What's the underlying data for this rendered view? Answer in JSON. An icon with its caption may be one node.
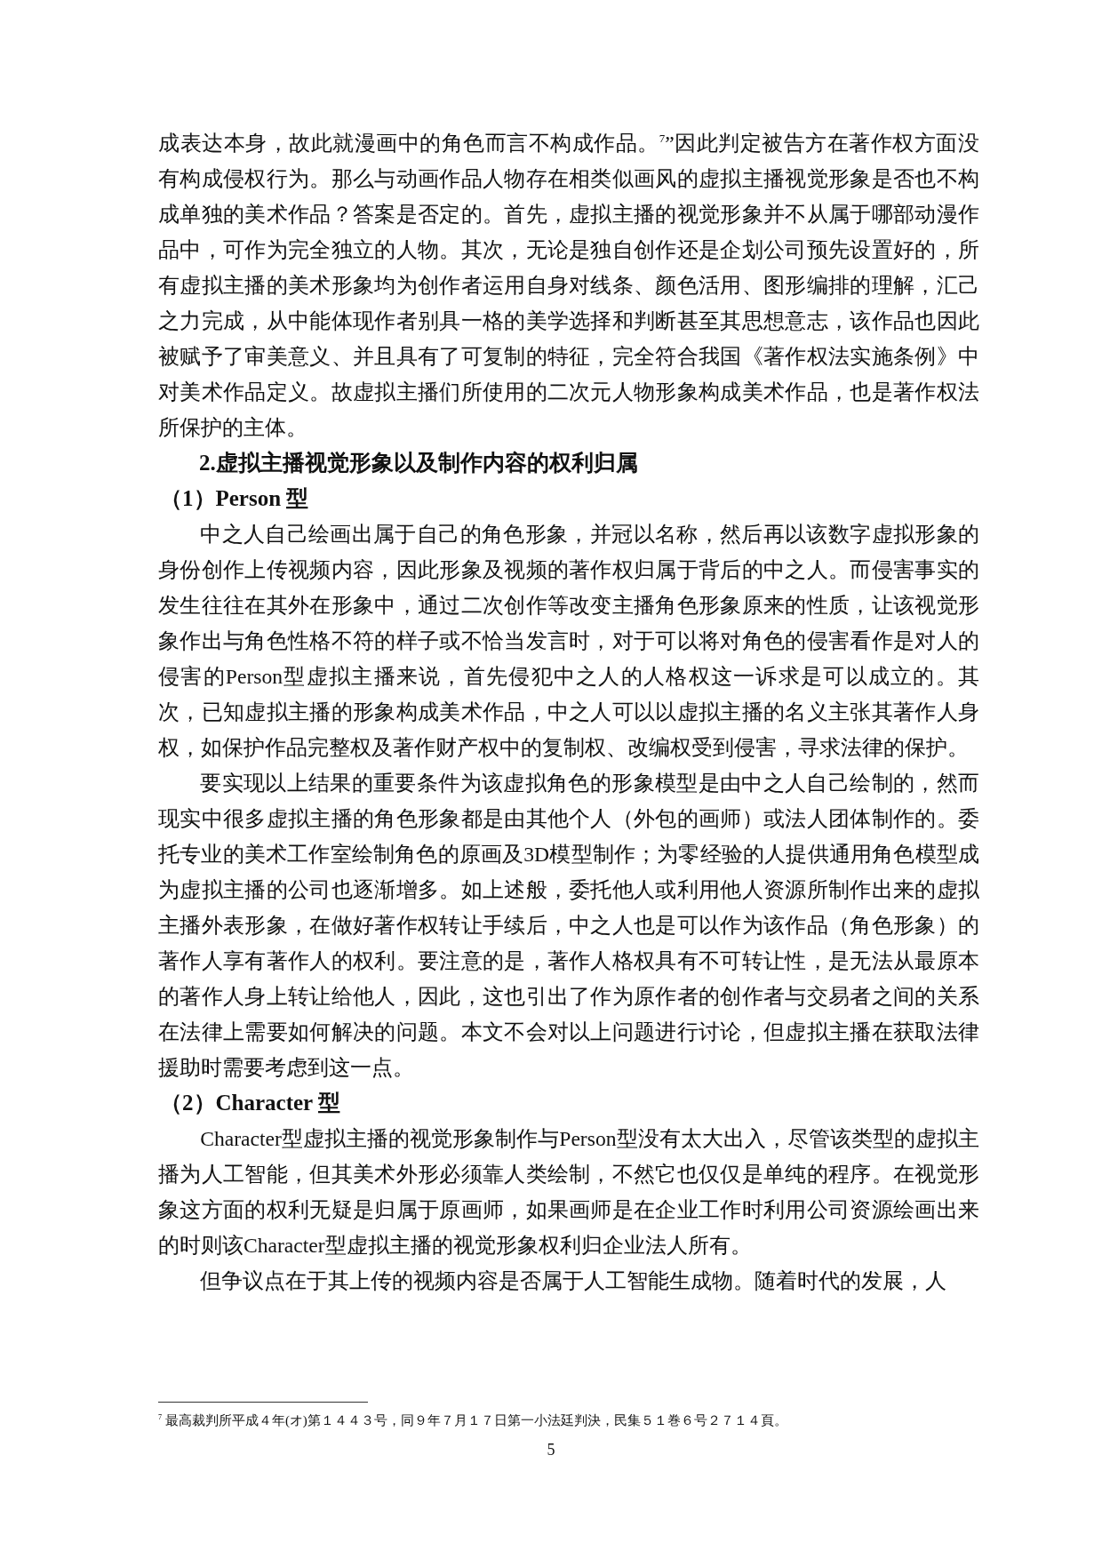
{
  "diagram": {
    "labels": [
      "成表达本身，故此就漫画中的角色而言不构成作品。$^{7}$”因此判定被告方在著作权方面没有构成侵权行为。那么与动画作品人物存在相类似画风的虚拟主播视觉形象是否也不构成单独的美术作品？答案是否定的。首先，虚拟主播的视觉形象并不从属于哪部动漫作品中，可作为完全独立的人物。其次，无论是独自创作还是企划公司预先设置好的，所有虚拟主播的美术形象均为创作者运用自身对线条、颜色活用、图形编排的理解，汇己之力完成，从中能体现作者别具一格的美学选择和判断甚至其思想意志，该作品也因此被赋予了审美意义、并且具有了可复制的特征，完全符合我国《著作权法实施条例》中对美术作品定义。故虚拟主播们所使用的二次元人物形象构成美术作品，也是著作权法所保护的主体。",
      "2.虚拟主播视觉形象以及制作内容的权利归属",
      "（1）Person 型",
      "中之人自己绘画出属于自己的角色形象，并冠以名称，然后再以该数字虚拟形象的身份创作上传视频内容，因此形象及视频的著作权归属于背后的中之人。而侵害事实的发生往往在其外在形象中，通过二次创作等改变主播角色形象原来的性质，让该视觉形象作出与角色性格不符的样子或不恰当发言时，对于可以将对角色的侵害看作是对人的侵害的Person型虚拟主播来说，首先侵犯中之人的人格权这一诉求是可以成立的。其次，已知虚拟主播的形象构成美术作品，中之人可以以虚拟主播的名义主张其著作人身权，如保护作品完整权及著作财产权中的复制权、改编权受到侵害，寻求法律的保护。",
      "要实现以上结果的重要条件为该虚拟角色的形象模型是由中之人自己绘制的，然而现实中很多虚拟主播的角色形象都是由其他个人（外包的画师）或法人团体制作的。委托专业的美术工作室绘制角色的原画及3D模型制作；为零经验的人提供通用角色模型成为虚拟主播的公司也逐渐增多。如上述般，委托他人或利用他人资源所制作出来的虚拟主播外表形象，在做好著作权转让手续后，中之人也是可以作为该作品（角色形象）的著作人享有著作人的权利。要注意的是，著作人格权具有不可转让性，是无法从最原本的著作人身上转让给他人，因此，这也引出了作为原作者的创作者与交易者之间的关系在法律上需要如何解决的问题。本文不会对以上问题进行讨论，但虚拟主播在获取法律援助时需要考虑到这一点。",
      "（2）Character 型",
      "Character型虚拟主播的视觉形象制作与Person型没有太大出入，尽管该类型的虚拟主播为人工智能，但其美术外形必须靠人类绘制，不然它也仅仅是单纯的程序。在视觉形象这方面的权利无疑是归属于原画师，如果画师是在企业工作时利用公司资源绘画出来的时则该Character型虚拟主播的视觉形象权利归企业法人所有。",
      "但争议点在于其上传的视频内容是否属于人工智能生成物。随着时代的发展，人",
      "$^{7}$ 最高裁判所平成４年(オ)第１４４３号，同９年７月１７日第一小法廷判決，民集５１巻６号２７１４頁。",
      "5"
    ]
  }
}
